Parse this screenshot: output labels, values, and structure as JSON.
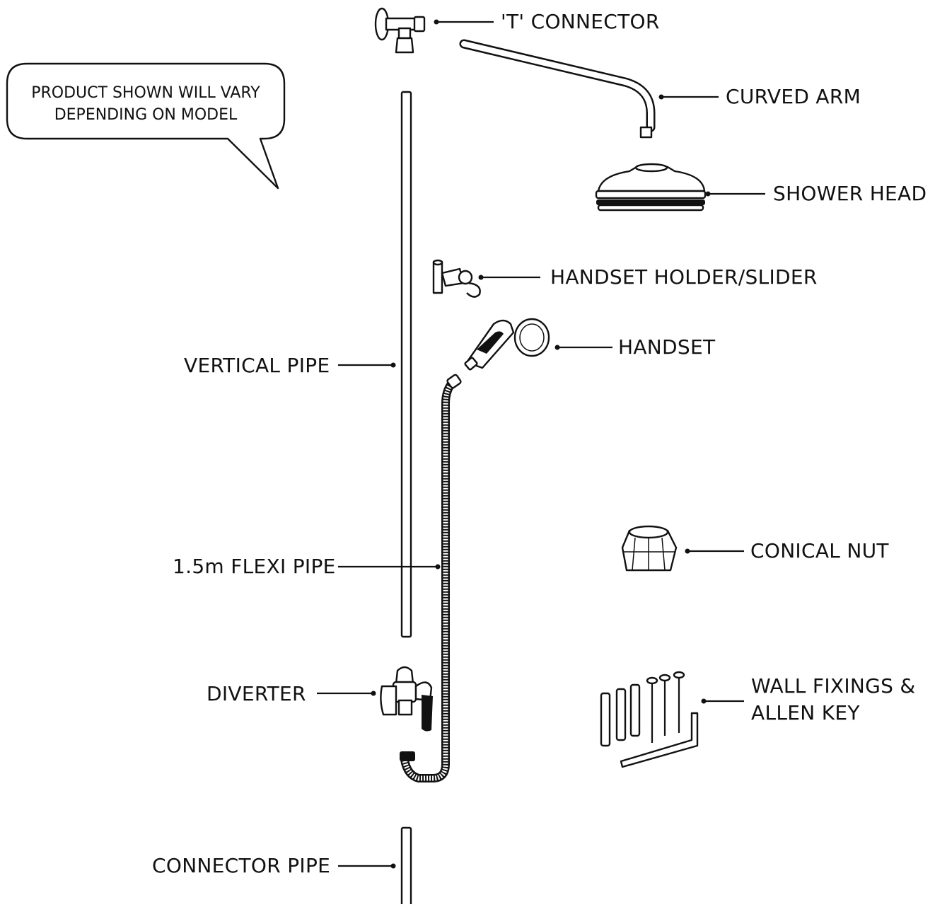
{
  "note": {
    "line1": "PRODUCT SHOWN WILL VARY",
    "line2": "DEPENDING ON MODEL"
  },
  "labels": {
    "t_connector": "'T' CONNECTOR",
    "curved_arm": "CURVED ARM",
    "shower_head": "SHOWER HEAD",
    "handset_holder": "HANDSET HOLDER/SLIDER",
    "handset": "HANDSET",
    "vertical_pipe": "VERTICAL PIPE",
    "flexi_pipe": "1.5m FLEXI PIPE",
    "conical_nut": "CONICAL NUT",
    "diverter": "DIVERTER",
    "wall_fixings_line1": "WALL FIXINGS &",
    "wall_fixings_line2": "ALLEN KEY",
    "connector_pipe": "CONNECTOR PIPE"
  }
}
